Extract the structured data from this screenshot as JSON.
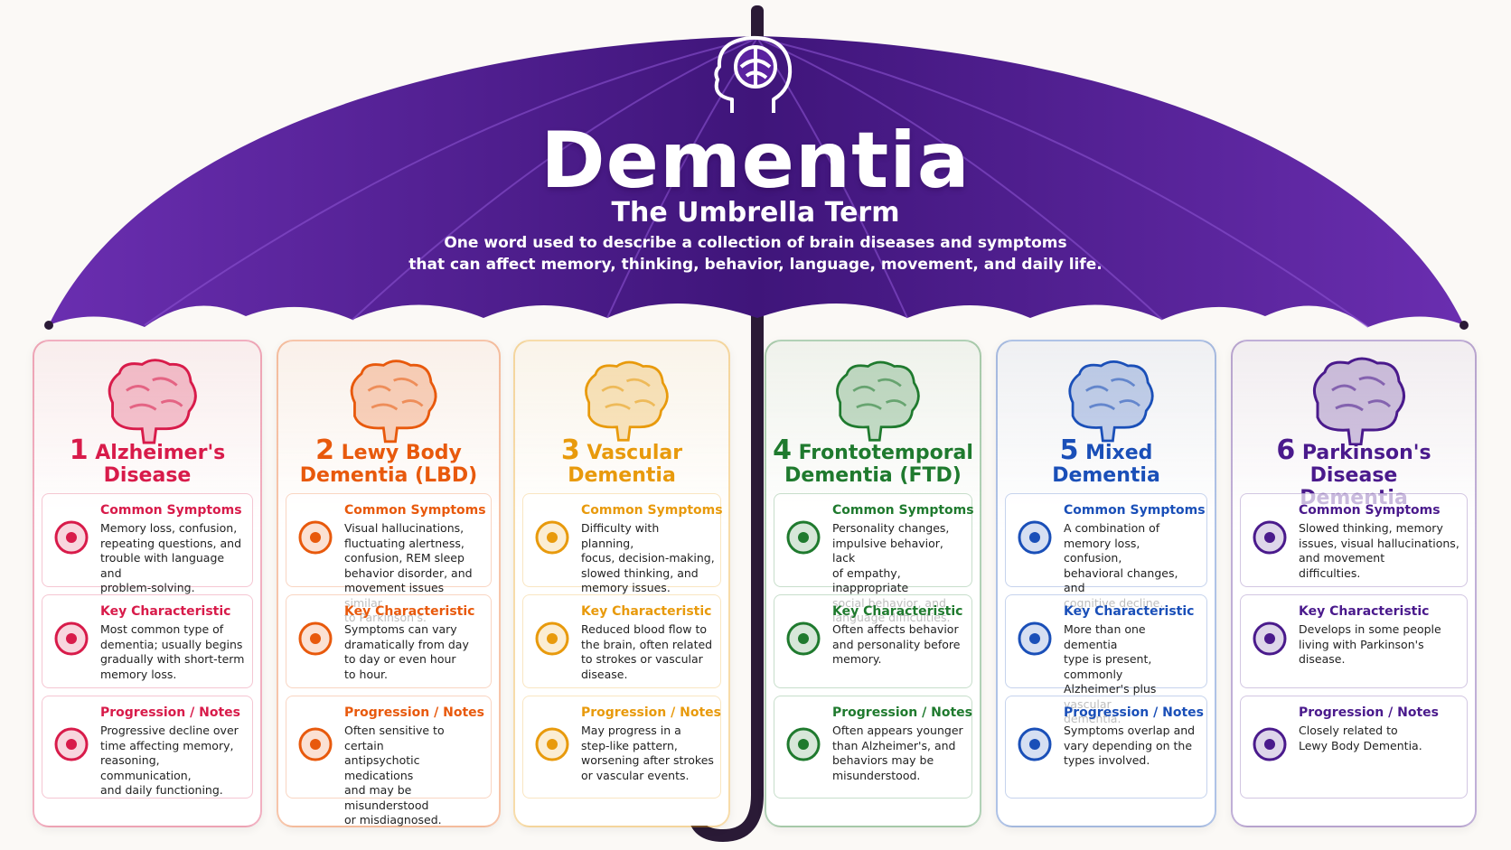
{
  "header": {
    "title": "Dementia",
    "subtitle": "The Umbrella Term",
    "description_line1": "One word used to describe a collection of brain diseases and symptoms",
    "description_line2": "that can affect memory, thinking, behavior, language, movement, and daily life."
  },
  "colors": {
    "umbrella_dark": "#4a1a8c",
    "umbrella_light": "#7b3dc4",
    "handle": "#2a1a36"
  },
  "icons": {
    "header": "head-brain-icon"
  },
  "cards": [
    {
      "number": "1",
      "title_line1": "Alzheimer's",
      "title_line2": "Disease",
      "color": "#d81b4a",
      "main_icon": "brain-puzzle-icon",
      "sections": [
        {
          "heading": "Common Symptoms",
          "icon": "question-bubble-icon",
          "lines": [
            "Memory loss, confusion,",
            "repeating questions, and",
            "trouble with language and",
            "problem-solving."
          ]
        },
        {
          "heading": "Key Characteristic",
          "icon": "people-icon",
          "lines": [
            "Most common type of",
            "dementia; usually begins",
            "gradually with short-term",
            "memory loss."
          ]
        },
        {
          "heading": "Progression / Notes",
          "icon": "chart-trend-icon",
          "lines": [
            "Progressive decline over",
            "time affecting memory,",
            "reasoning, communication,",
            "and daily functioning."
          ]
        }
      ]
    },
    {
      "number": "2",
      "title_line1": "Lewy Body",
      "title_line2": "Dementia (LBD)",
      "color": "#e8590c",
      "main_icon": "brain-wave-icon",
      "sections": [
        {
          "heading": "Common Symptoms",
          "icon": "eye-icon",
          "lines": [
            "Visual hallucinations,",
            "fluctuating alertness,",
            "confusion, REM sleep",
            "behavior disorder, and",
            "movement issues similar",
            "to Parkinson's."
          ]
        },
        {
          "heading": "Key Characteristic",
          "icon": "fluctuation-gauge-icon",
          "lines": [
            "Symptoms can vary",
            "dramatically from day",
            "to day or even hour",
            "to hour."
          ]
        },
        {
          "heading": "Progression / Notes",
          "icon": "warning-icon",
          "lines": [
            "Often sensitive to certain",
            "antipsychotic medications",
            "and may be misunderstood",
            "or misdiagnosed."
          ]
        }
      ]
    },
    {
      "number": "3",
      "title_line1": "Vascular",
      "title_line2": "Dementia",
      "color": "#e89a0c",
      "main_icon": "brain-vessels-icon",
      "sections": [
        {
          "heading": "Common Symptoms",
          "icon": "blood-drop-icon",
          "lines": [
            "Difficulty with planning,",
            "focus, decision-making,",
            "slowed thinking, and",
            "memory issues."
          ]
        },
        {
          "heading": "Key Characteristic",
          "icon": "brain-outline-icon",
          "lines": [
            "Reduced blood flow to",
            "the brain, often related",
            "to strokes or vascular",
            "disease."
          ]
        },
        {
          "heading": "Progression / Notes",
          "icon": "stairs-icon",
          "lines": [
            "May progress in a",
            "step-like pattern,",
            "worsening after strokes",
            "or vascular events."
          ]
        }
      ]
    },
    {
      "number": "4",
      "title_line1": "Frontotemporal",
      "title_line2": "Dementia (FTD)",
      "color": "#1f7a2e",
      "main_icon": "brain-speech-group-icon",
      "sections": [
        {
          "heading": "Common Symptoms",
          "icon": "person-icon",
          "lines": [
            "Personality changes,",
            "impulsive behavior, lack",
            "of empathy, inappropriate",
            "social behavior, and",
            "language difficulties."
          ]
        },
        {
          "heading": "Key Characteristic",
          "icon": "theater-masks-icon",
          "lines": [
            "Often affects behavior",
            "and personality before",
            "memory."
          ]
        },
        {
          "heading": "Progression / Notes",
          "icon": "calendar-icon",
          "lines": [
            "Often appears younger",
            "than Alzheimer's, and",
            "behaviors may be",
            "misunderstood."
          ]
        }
      ]
    },
    {
      "number": "5",
      "title_line1": "Mixed",
      "title_line2": "Dementia",
      "color": "#1a4fb8",
      "main_icon": "brain-overlap-icon",
      "sections": [
        {
          "heading": "Common Symptoms",
          "icon": "puzzle-icon",
          "lines": [
            "A combination of",
            "memory loss, confusion,",
            "behavioral changes, and",
            "cognitive decline."
          ]
        },
        {
          "heading": "Key Characteristic",
          "icon": "linked-rings-icon",
          "lines": [
            "More than one dementia",
            "type is present, commonly",
            "Alzheimer's plus vascular",
            "dementia."
          ]
        },
        {
          "heading": "Progression / Notes",
          "icon": "shuffle-icon",
          "lines": [
            "Symptoms overlap and",
            "vary depending on the",
            "types involved."
          ]
        }
      ]
    },
    {
      "number": "6",
      "title_line1": "Parkinson's Disease",
      "title_line2": "Dementia",
      "color": "#4a1a8c",
      "main_icon": "brain-walking-icon",
      "sections": [
        {
          "heading": "Common Symptoms",
          "icon": "walking-person-icon",
          "lines": [
            "Slowed thinking, memory",
            "issues, visual hallucinations,",
            "and movement",
            "difficulties."
          ]
        },
        {
          "heading": "Key Characteristic",
          "icon": "brain-icon",
          "lines": [
            "Develops in some people",
            "living with Parkinson's",
            "disease."
          ]
        },
        {
          "heading": "Progression / Notes",
          "icon": "chain-link-icon",
          "lines": [
            "Closely related to",
            "Lewy Body Dementia."
          ]
        }
      ]
    }
  ]
}
